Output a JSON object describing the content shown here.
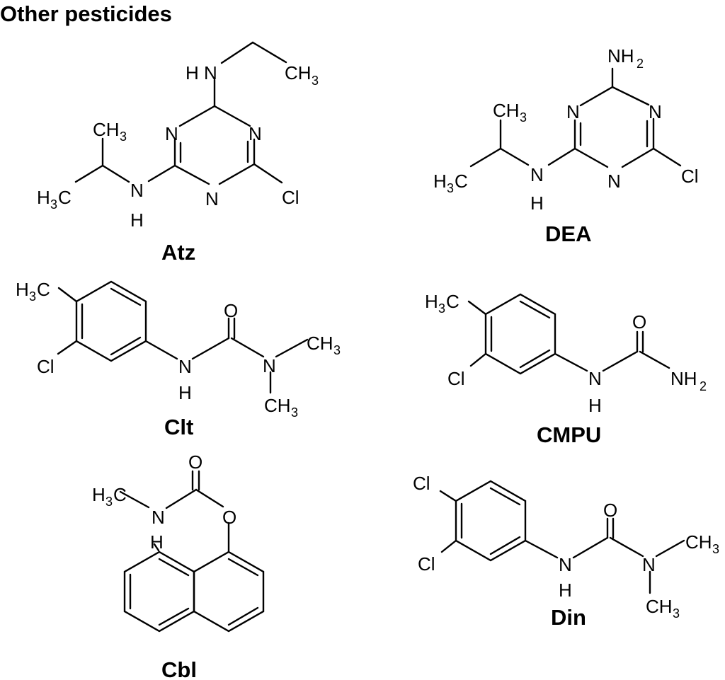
{
  "heading": "Other pesticides",
  "compounds": [
    {
      "label": "Atz",
      "atoms": {
        "nh_top": "H N",
        "ch3_top": "CH",
        "ch3_top_sub": "3",
        "ch3_iso": "CH",
        "ch3_iso_sub": "3",
        "n1": "N",
        "n2": "N",
        "n3": "N",
        "h3c": "H",
        "h3c_sub": "3",
        "h3c_c": "C",
        "nh_n": "N",
        "nh_h": "H",
        "cl": "Cl"
      }
    },
    {
      "label": "DEA",
      "atoms": {
        "nh2": "NH",
        "nh2_sub": "2",
        "ch3": "CH",
        "ch3_sub": "3",
        "n1": "N",
        "n2": "N",
        "n3": "N",
        "h3c": "H",
        "h3c_sub": "3",
        "h3c_c": "C",
        "nh_n": "N",
        "nh_h": "H",
        "cl": "Cl"
      }
    },
    {
      "label": "Clt",
      "atoms": {
        "h3c": "H",
        "h3c_sub": "3",
        "h3c_c": "C",
        "cl": "Cl",
        "o": "O",
        "nh_n": "N",
        "nh_h": "H",
        "n": "N",
        "ch3a": "CH",
        "ch3a_sub": "3",
        "ch3b": "CH",
        "ch3b_sub": "3"
      }
    },
    {
      "label": "CMPU",
      "atoms": {
        "h3c": "H",
        "h3c_sub": "3",
        "h3c_c": "C",
        "cl": "Cl",
        "o": "O",
        "nh_n": "N",
        "nh_h": "H",
        "nh2": "NH",
        "nh2_sub": "2"
      }
    },
    {
      "label": "Cbl",
      "atoms": {
        "h3c": "H",
        "h3c_sub": "3",
        "h3c_c": "C",
        "o1": "O",
        "n": "N",
        "o2": "O",
        "h": "H"
      }
    },
    {
      "label": "Din",
      "atoms": {
        "cl1": "Cl",
        "cl2": "Cl",
        "o": "O",
        "nh_n": "N",
        "nh_h": "H",
        "n": "N",
        "ch3a": "CH",
        "ch3a_sub": "3",
        "ch3b": "CH",
        "ch3b_sub": "3"
      }
    }
  ]
}
